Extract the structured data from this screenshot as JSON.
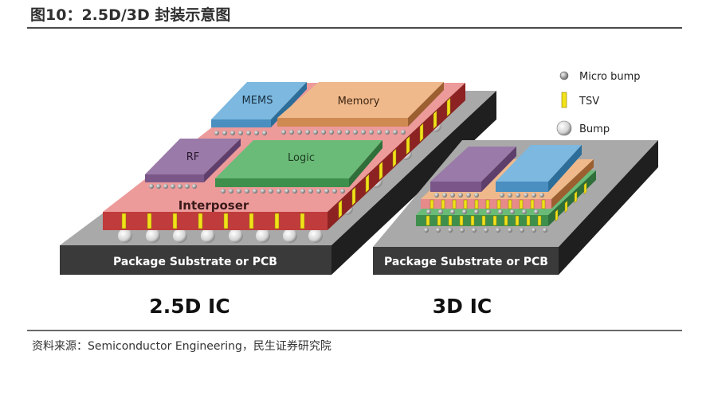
{
  "title": "图10：2.5D/3D 封装示意图",
  "diagram": {
    "left": {
      "caption": "2.5D IC",
      "substrate": "Package Substrate or PCB",
      "interposer": "Interposer",
      "chips": {
        "mems": "MEMS",
        "memory": "Memory",
        "rf": "RF",
        "logic": "Logic"
      }
    },
    "right": {
      "caption": "3D IC",
      "substrate": "Package Substrate or PCB"
    },
    "legend": [
      {
        "label": "Micro bump",
        "icon": "micro-bump-icon"
      },
      {
        "label": "TSV",
        "icon": "tsv-icon"
      },
      {
        "label": "Bump",
        "icon": "bump-icon"
      }
    ]
  },
  "colors": {
    "substrate_front": "#3a3a3a",
    "substrate_top": "#a9a9a9",
    "interposer_top": "#ec9a9a",
    "interposer_front": "#c03c3c",
    "tsv": "#f1e21a",
    "mems": "#7cb8df",
    "memory": "#efb98c",
    "rf": "#9a7aa8",
    "logic": "#6bbb78"
  },
  "source": "资料来源：Semiconductor Engineering，民生证券研究院"
}
